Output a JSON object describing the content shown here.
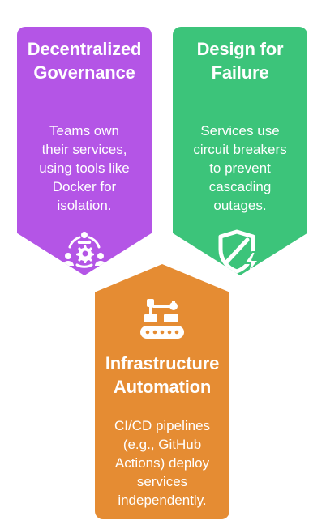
{
  "cards": [
    {
      "title_line1": "Decentralized",
      "title_line2": "Governance",
      "desc_lines": [
        "Teams own",
        "their services,",
        "using tools like",
        "Docker for",
        "isolation."
      ],
      "icon": "team-gear-icon",
      "color": "#b455e6"
    },
    {
      "title_line1": "Design for",
      "title_line2": "Failure",
      "desc_lines": [
        "Services use",
        "circuit breakers",
        "to prevent",
        "cascading",
        "outages."
      ],
      "icon": "shield-lightning-icon",
      "color": "#3cc47a"
    },
    {
      "title_line1": "Infrastructure",
      "title_line2": "Automation",
      "desc_lines": [
        "CI/CD pipelines",
        "(e.g., GitHub",
        "Actions) deploy",
        "services",
        "independently."
      ],
      "icon": "robot-arm-conveyor-icon",
      "color": "#e58c33"
    }
  ]
}
